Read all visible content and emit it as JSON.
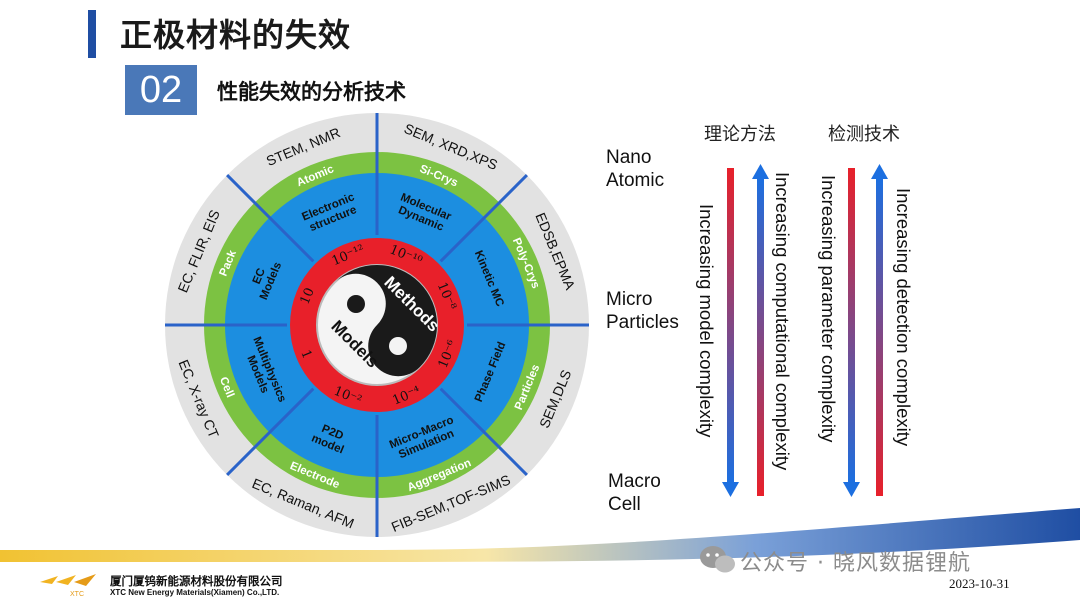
{
  "slide": {
    "title": "正极材料的失效",
    "section_number": "02",
    "section_title": "性能失效的分析技术"
  },
  "wheel": {
    "outer": [
      "SEM, XRD,XPS",
      "EDSB,EPMA",
      "SEM,DLS",
      "FIB-SEM,TOF-SIMS",
      "EC, Raman, AFM",
      "EC, X-ray CT",
      "EC, FLIR, EIS",
      "STEM, NMR"
    ],
    "green": [
      "Si-Crys",
      "Poly-Crys",
      "Particles",
      "Aggregation",
      "Electrode",
      "Cell",
      "Pack",
      "Atomic"
    ],
    "blue": [
      [
        "Molecular",
        "Dynamic"
      ],
      [
        "Kinetic MC"
      ],
      [
        "Phase Field"
      ],
      [
        "Micro-Macro",
        "Simulation"
      ],
      [
        "P2D",
        "model"
      ],
      [
        "Multiphysics",
        "Models"
      ],
      [
        "EC",
        "Models"
      ],
      [
        "Electronic",
        "structure"
      ]
    ],
    "scale": [
      "10⁻¹⁰",
      "10⁻⁸",
      "10⁻⁶",
      "10⁻⁴",
      "10⁻²",
      "1",
      "10",
      "10⁻¹²"
    ],
    "center_top": "Methods",
    "center_bottom": "Models"
  },
  "scales": {
    "nano": [
      "Nano",
      "Atomic"
    ],
    "micro": [
      "Micro",
      "Particles"
    ],
    "macro": [
      "Macro",
      "Cell"
    ]
  },
  "headers": {
    "theory": "理论方法",
    "detection": "检测技术"
  },
  "arrows": [
    {
      "label": "Increasing model complexity"
    },
    {
      "label": "Increasing computational complexity"
    },
    {
      "label": "Increasing parameter complexity"
    },
    {
      "label": "Increasing detection complexity"
    }
  ],
  "colors": {
    "red": "#e8202a",
    "blue": "#1c8ee0",
    "green": "#7cc242",
    "grey": "#e2e2e2",
    "accent": "#1f4ea3"
  },
  "footer": {
    "company_cn": "厦门厦钨新能源材料股份有限公司",
    "company_en": "XTC New Energy Materials(Xiamen) Co.,LTD.",
    "logo_text": "XTC",
    "watermark": "公众号 · 晓风数据锂航",
    "date": "2023-10-31"
  }
}
